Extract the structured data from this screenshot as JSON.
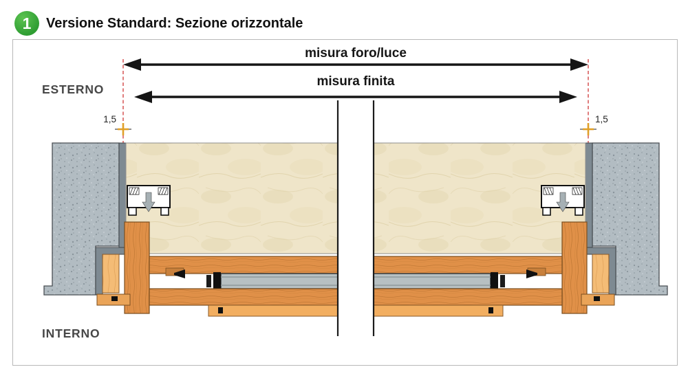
{
  "header": {
    "badge": "1",
    "title": "Versione Standard: Sezione orizzontale"
  },
  "diagram": {
    "dimension_top": "misura foro/luce",
    "dimension_bottom": "misura finita",
    "side_top": "ESTERNO",
    "side_bottom": "INTERNO",
    "offset_left": "1,5",
    "offset_right": "1,5",
    "colors": {
      "badge_green": "#3aaa35",
      "dimension_black": "#151515",
      "reference_red": "#cc2727",
      "marker_orange": "#e0a029",
      "wall_gray": "#b2bcc2",
      "counterframe_gray": "#7e8a92",
      "core_beige": "#efe5c9",
      "wood_orange": "#e09048",
      "wood_light": "#f4bc76",
      "panel_gray": "#b7c0c2"
    }
  }
}
